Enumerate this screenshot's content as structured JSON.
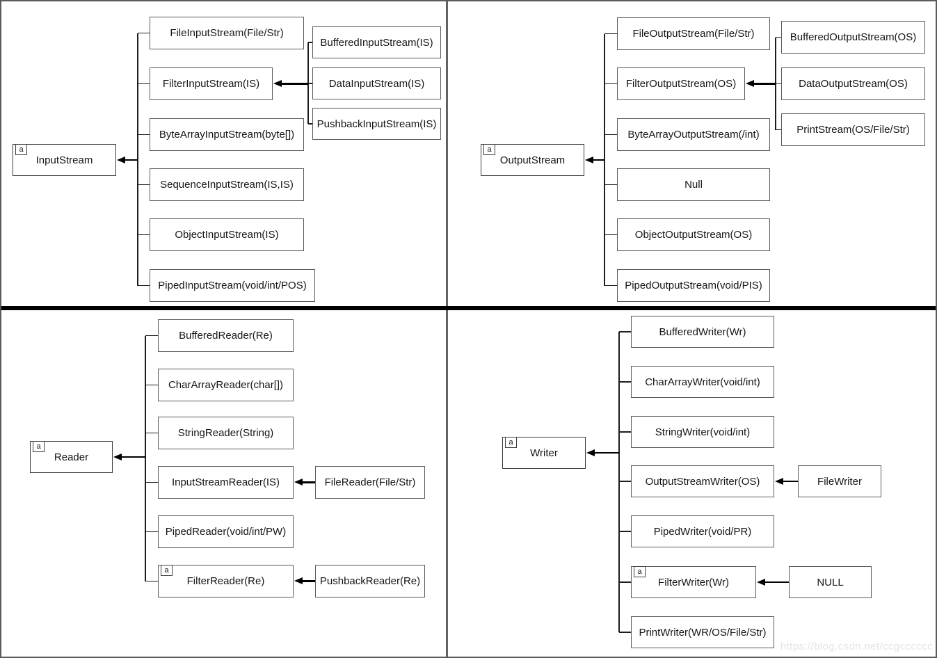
{
  "abstract_marker": "a",
  "watermark": "https://blog.csdn.net/ccgcccccc",
  "quadrants": {
    "input_stream": {
      "root": {
        "label": "InputStream",
        "abstract": true
      },
      "children": [
        {
          "label": "FileInputStream(File/Str)",
          "abstract": false
        },
        {
          "label": "FilterInputStream(IS)",
          "abstract": false
        },
        {
          "label": "ByteArrayInputStream(byte[])",
          "abstract": false
        },
        {
          "label": "SequenceInputStream(IS,IS)",
          "abstract": false
        },
        {
          "label": "ObjectInputStream(IS)",
          "abstract": false
        },
        {
          "label": "PipedInputStream(void/int/POS)",
          "abstract": false
        }
      ],
      "filter_subs": {
        "attaches_to": "FilterInputStream(IS)",
        "items": [
          {
            "label": "BufferedInputStream(IS)"
          },
          {
            "label": "DataInputStream(IS)"
          },
          {
            "label": "PushbackInputStream(IS)"
          }
        ]
      }
    },
    "output_stream": {
      "root": {
        "label": "OutputStream",
        "abstract": true
      },
      "children": [
        {
          "label": "FileOutputStream(File/Str)",
          "abstract": false
        },
        {
          "label": "FilterOutputStream(OS)",
          "abstract": false
        },
        {
          "label": "ByteArrayOutputStream(/int)",
          "abstract": false
        },
        {
          "label": "Null",
          "abstract": false
        },
        {
          "label": "ObjectOutputStream(OS)",
          "abstract": false
        },
        {
          "label": "PipedOutputStream(void/PIS)",
          "abstract": false
        }
      ],
      "filter_subs": {
        "attaches_to": "FilterOutputStream(OS)",
        "items": [
          {
            "label": "BufferedOutputStream(OS)"
          },
          {
            "label": "DataOutputStream(OS)"
          },
          {
            "label": "PrintStream(OS/File/Str)"
          }
        ]
      }
    },
    "reader": {
      "root": {
        "label": "Reader",
        "abstract": true
      },
      "children": [
        {
          "label": "BufferedReader(Re)",
          "abstract": false
        },
        {
          "label": "CharArrayReader(char[])",
          "abstract": false
        },
        {
          "label": "StringReader(String)",
          "abstract": false
        },
        {
          "label": "InputStreamReader(IS)",
          "abstract": false
        },
        {
          "label": "PipedReader(void/int/PW)",
          "abstract": false
        },
        {
          "label": "FilterReader(Re)",
          "abstract": true
        }
      ],
      "subs": [
        {
          "label": "FileReader(File/Str)",
          "attaches_to": "InputStreamReader(IS)"
        },
        {
          "label": "PushbackReader(Re)",
          "attaches_to": "FilterReader(Re)"
        }
      ]
    },
    "writer": {
      "root": {
        "label": "Writer",
        "abstract": true
      },
      "children": [
        {
          "label": "BufferedWriter(Wr)",
          "abstract": false
        },
        {
          "label": "CharArrayWriter(void/int)",
          "abstract": false
        },
        {
          "label": "StringWriter(void/int)",
          "abstract": false
        },
        {
          "label": "OutputStreamWriter(OS)",
          "abstract": false
        },
        {
          "label": "PipedWriter(void/PR)",
          "abstract": false
        },
        {
          "label": "FilterWriter(Wr)",
          "abstract": true
        },
        {
          "label": "PrintWriter(WR/OS/File/Str)",
          "abstract": false
        }
      ],
      "subs": [
        {
          "label": "FileWriter",
          "attaches_to": "OutputStreamWriter(OS)"
        },
        {
          "label": "NULL",
          "attaches_to": "FilterWriter(Wr)"
        }
      ]
    }
  }
}
